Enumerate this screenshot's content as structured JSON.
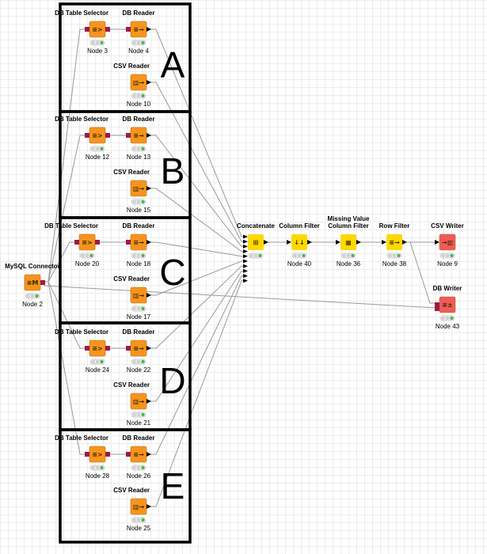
{
  "nodes": [
    {
      "id": "n2",
      "title": "MySQL Connector",
      "sub": "Node 2",
      "kind": "source",
      "glyph": "≡M"
    },
    {
      "id": "n3",
      "title": "DB Table Selector",
      "sub": "Node 3",
      "kind": "db",
      "glyph": "≡>"
    },
    {
      "id": "n4",
      "title": "DB Reader",
      "sub": "Node 4",
      "kind": "db",
      "glyph": "≡→"
    },
    {
      "id": "n10",
      "title": "CSV Reader",
      "sub": "Node 10",
      "kind": "csv",
      "glyph": "▥→"
    },
    {
      "id": "n12",
      "title": "DB Table Selector",
      "sub": "Node 12",
      "kind": "db",
      "glyph": "≡>"
    },
    {
      "id": "n13",
      "title": "DB Reader",
      "sub": "Node 13",
      "kind": "db",
      "glyph": "≡→"
    },
    {
      "id": "n15",
      "title": "CSV Reader",
      "sub": "Node 15",
      "kind": "csv",
      "glyph": "▥→"
    },
    {
      "id": "n20",
      "title": "DB Table Selector",
      "sub": "Node 20",
      "kind": "db",
      "glyph": "≡>"
    },
    {
      "id": "n18",
      "title": "DB Reader",
      "sub": "Node 18",
      "kind": "db",
      "glyph": "≡→"
    },
    {
      "id": "n17",
      "title": "CSV Reader",
      "sub": "Node 17",
      "kind": "csv",
      "glyph": "▥→"
    },
    {
      "id": "n24",
      "title": "DB Table Selector",
      "sub": "Node 24",
      "kind": "db",
      "glyph": "≡>"
    },
    {
      "id": "n22",
      "title": "DB Reader",
      "sub": "Node 22",
      "kind": "db",
      "glyph": "≡→"
    },
    {
      "id": "n21",
      "title": "CSV Reader",
      "sub": "Node 21",
      "kind": "csv",
      "glyph": "▥→"
    },
    {
      "id": "n28",
      "title": "DB Table Selector",
      "sub": "Node 28",
      "kind": "db",
      "glyph": "≡>"
    },
    {
      "id": "n26",
      "title": "DB Reader",
      "sub": "Node 26",
      "kind": "db",
      "glyph": "≡→"
    },
    {
      "id": "n25",
      "title": "CSV Reader",
      "sub": "Node 25",
      "kind": "csv",
      "glyph": "▥→"
    },
    {
      "id": "n40",
      "title": "Column Filter",
      "sub": "Node 40",
      "kind": "manip",
      "glyph": "↓↓"
    },
    {
      "id": "n36",
      "title": "Missing Value\nColumn Filter",
      "sub": "Node 36",
      "kind": "manip",
      "glyph": "▦"
    },
    {
      "id": "n38",
      "title": "Row Filter",
      "sub": "Node 38",
      "kind": "manip",
      "glyph": "≡→"
    },
    {
      "id": "n9",
      "title": "CSV Writer",
      "sub": "Node 9",
      "kind": "sink",
      "glyph": "→▥"
    },
    {
      "id": "n43",
      "title": "DB Writer",
      "sub": "Node 43",
      "kind": "sink",
      "glyph": "≡±"
    },
    {
      "id": "concat",
      "title": "Concatenate",
      "sub": "",
      "kind": "manip",
      "glyph": "⊞"
    }
  ],
  "groups": [
    {
      "label": "A"
    },
    {
      "label": "B"
    },
    {
      "label": "C"
    },
    {
      "label": "D"
    },
    {
      "label": "E"
    }
  ],
  "colors": {
    "source": "#f7941d",
    "db": "#f7941d",
    "csv": "#f7941d",
    "manip": "#ffd800",
    "sink": "#f05a5a",
    "db_port": "#9b1b4a",
    "data_port": "#000000",
    "conn": "#9a9a9a",
    "status_green": "#43b649",
    "status_grey": "#cfcfcf",
    "frame": "#000000"
  }
}
